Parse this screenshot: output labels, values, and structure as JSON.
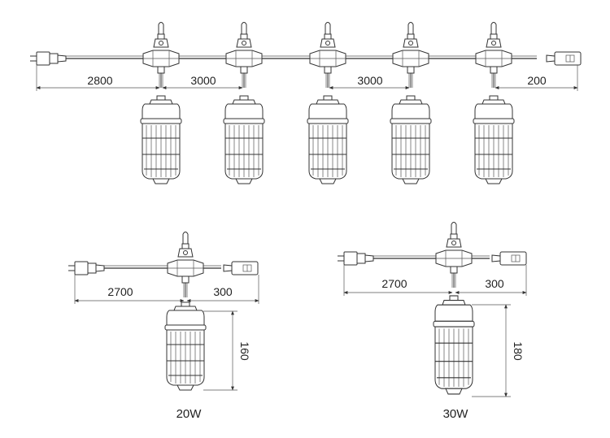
{
  "top_string": {
    "dims": [
      "2800",
      "3000",
      "3000",
      "200"
    ]
  },
  "variant_20w": {
    "dims": [
      "2700",
      "300"
    ],
    "height": "160",
    "label": "20W"
  },
  "variant_30w": {
    "dims": [
      "2700",
      "300"
    ],
    "height": "180",
    "label": "30W"
  },
  "colors": {
    "line": "#333333",
    "background": "#ffffff"
  }
}
